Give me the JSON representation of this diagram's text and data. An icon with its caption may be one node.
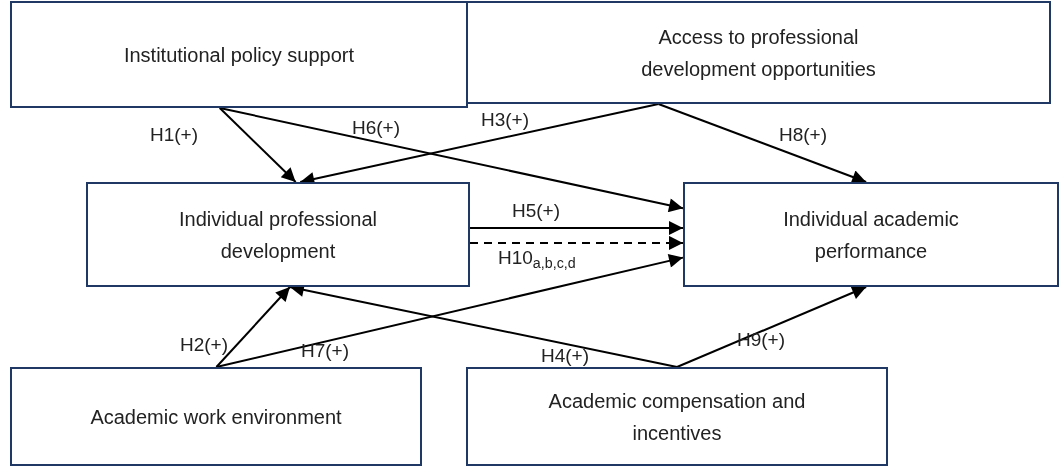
{
  "diagram": {
    "nodes": [
      {
        "text": [
          "Institutional policy support"
        ]
      },
      {
        "text": [
          "Access to professional development opportunities"
        ]
      },
      {
        "text": [
          "Individual professional development"
        ]
      },
      {
        "text": [
          "Individual academic performance"
        ]
      },
      {
        "text": [
          "Academic work environment"
        ]
      },
      {
        "text": [
          "Academic compensation and incentives"
        ]
      }
    ],
    "edges": [
      {
        "from": 0,
        "to": 2,
        "arrow": "to",
        "label": "H1(+)"
      },
      {
        "from": 0,
        "to": 3,
        "arrow": "to",
        "label": "H6(+)"
      },
      {
        "from": 1,
        "to": 2,
        "arrow": "to",
        "label": "H3(+)"
      },
      {
        "from": 1,
        "to": 3,
        "arrow": "to",
        "label": "H8(+)"
      },
      {
        "from": 2,
        "to": 3,
        "arrow": "to",
        "label": "H5(+)"
      },
      {
        "from": 2,
        "to": 3,
        "arrow": "to",
        "label": "H10$_{a,b,c,d}$",
        "style": "dashed"
      },
      {
        "from": 4,
        "to": 2,
        "arrow": "to",
        "label": "H2(+)"
      },
      {
        "from": 4,
        "to": 3,
        "arrow": "to",
        "label": "H7(+)"
      },
      {
        "from": 5,
        "to": 2,
        "arrow": "to",
        "label": "H4(+)"
      },
      {
        "from": 5,
        "to": 3,
        "arrow": "to",
        "label": "H9(+)"
      }
    ]
  }
}
